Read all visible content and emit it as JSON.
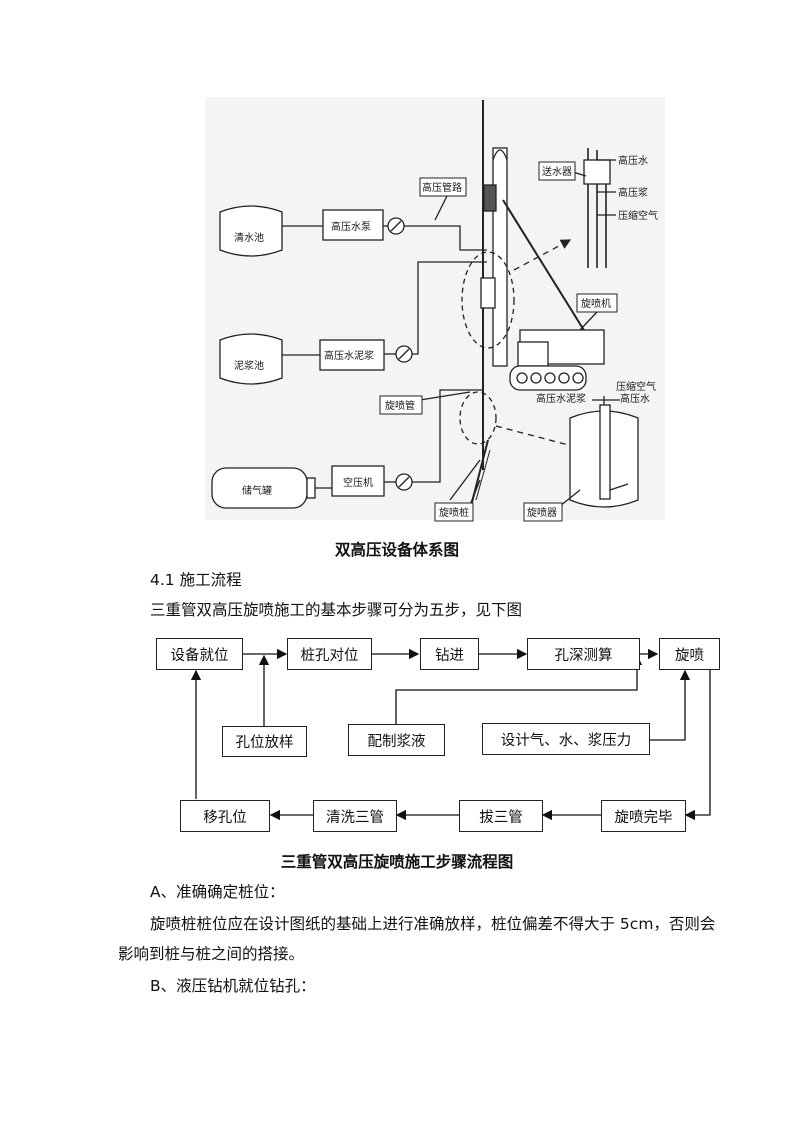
{
  "equipment_diagram": {
    "caption": "双高压设备体系图",
    "labels": {
      "clear_water_tank": "清水池",
      "mud_tank": "泥浆池",
      "air_tank": "储气罐",
      "hp_water_pump": "高压水泵",
      "hp_mud_pump": "高压水泥浆",
      "air_compressor": "空压机",
      "hp_pipe": "高压管路",
      "jet_pipe": "旋喷管",
      "jet_pile": "旋喷桩",
      "jet_machine": "旋喷机",
      "water_feeder": "送水器",
      "hp_water": "高压水",
      "hp_slurry": "高压浆",
      "compressed_air": "压缩空气",
      "compressed_air_2": "压缩空气",
      "hp_cement_slurry": "高压水泥浆",
      "hp_water_2": "高压水",
      "jet_nozzle": "旋喷器"
    }
  },
  "section": {
    "heading": "4.1 施工流程",
    "intro": "三重管双高压旋喷施工的基本步骤可分为五步，见下图"
  },
  "flowchart": {
    "caption": "三重管双高压旋喷施工步骤流程图",
    "nodes": {
      "equipment_in_place": "设备就位",
      "pile_alignment": "桩孔对位",
      "drilling": "钻进",
      "depth_measure": "孔深测算",
      "jet_grouting": "旋喷",
      "hole_layout": "孔位放样",
      "slurry_prep": "配制浆液",
      "pressure_design": "设计气、水、浆压力",
      "jet_finished": "旋喷完毕",
      "pull_pipes": "拔三管",
      "clean_pipes": "清洗三管",
      "move_position": "移孔位"
    }
  },
  "text_blocks": {
    "a_heading": "A、准确确定桩位：",
    "a_body_line1": "旋喷桩桩位应在设计图纸的基础上进行准确放样，桩位偏差不得大于 5cm，否则会",
    "a_body_line2": "影响到桩与桩之间的搭接。",
    "b_heading": "B、液压钻机就位钻孔："
  }
}
